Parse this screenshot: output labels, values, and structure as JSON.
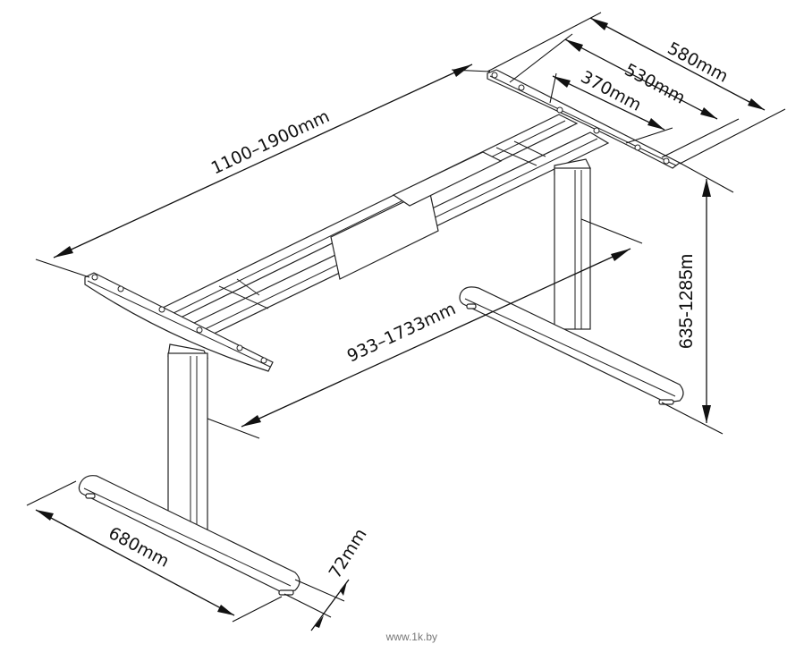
{
  "diagram": {
    "subject": "Height-adjustable desk frame",
    "dimensions": {
      "frame_width": "1100–1900mm",
      "top_bracket_580": "580mm",
      "top_bracket_530": "530mm",
      "top_bracket_370": "370mm",
      "leg_span": "933–1733mm",
      "height": "635-1285m",
      "foot_length": "680mm",
      "foot_height": "72mm"
    },
    "watermark": "www.1k.by"
  }
}
